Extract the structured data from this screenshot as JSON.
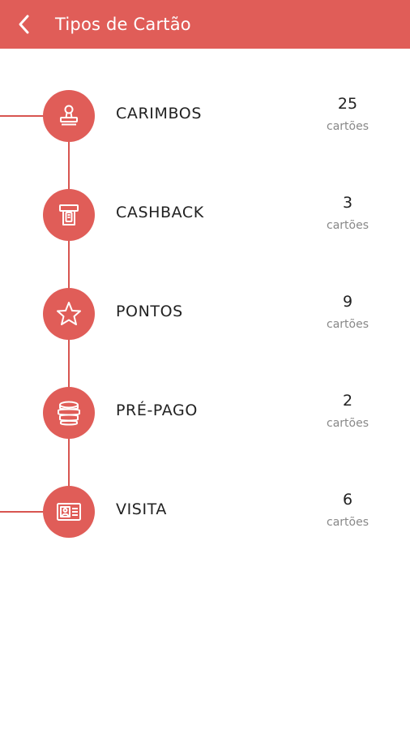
{
  "header": {
    "title": "Tipos de Cartão",
    "back_icon": "chevron-left-icon",
    "color": "#e05d58"
  },
  "card_types": [
    {
      "label": "CARIMBOS",
      "count": "25",
      "unit": "cartões",
      "icon": "stamp-icon"
    },
    {
      "label": "CASHBACK",
      "count": "3",
      "unit": "cartões",
      "icon": "cash-icon"
    },
    {
      "label": "PONTOS",
      "count": "9",
      "unit": "cartões",
      "icon": "star-icon"
    },
    {
      "label": "PRÉ-PAGO",
      "count": "2",
      "unit": "cartões",
      "icon": "coins-icon"
    },
    {
      "label": "VISITA",
      "count": "6",
      "unit": "cartões",
      "icon": "id-card-icon"
    }
  ]
}
